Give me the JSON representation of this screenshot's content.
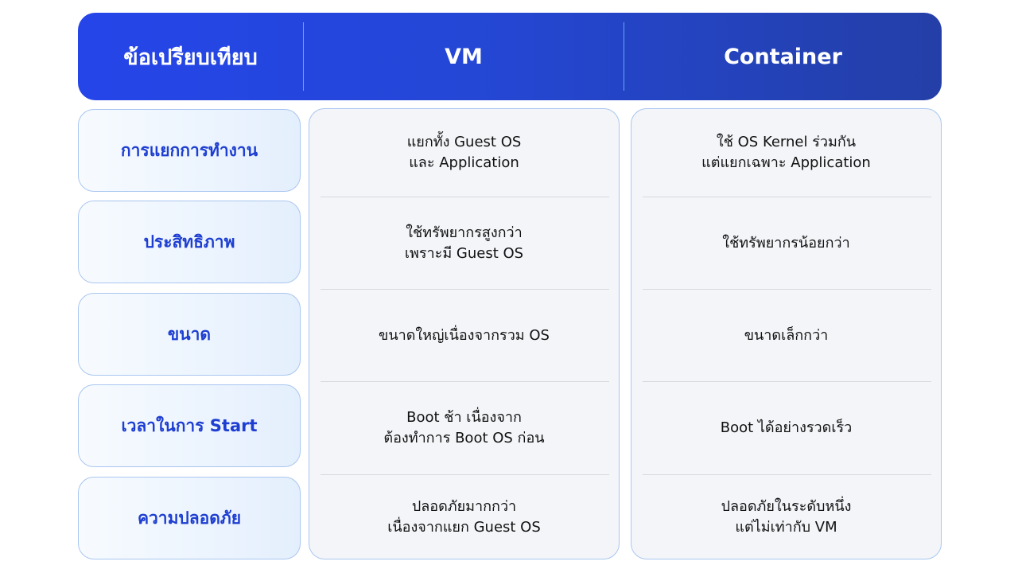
{
  "header": {
    "col1": "ข้อเปรียบเทียบ",
    "col2": "VM",
    "col3": "Container"
  },
  "rows": [
    {
      "label": "การแยกการทำงาน",
      "vm": [
        "แยกทั้ง Guest OS",
        "และ Application"
      ],
      "container": [
        "ใช้ OS Kernel ร่วมกัน",
        "แต่แยกเฉพาะ Application"
      ]
    },
    {
      "label": "ประสิทธิภาพ",
      "vm": [
        "ใช้ทรัพยากรสูงกว่า",
        "เพราะมี Guest OS"
      ],
      "container": [
        "ใช้ทรัพยากรน้อยกว่า"
      ]
    },
    {
      "label": "ขนาด",
      "vm": [
        "ขนาดใหญ่เนื่องจากรวม OS"
      ],
      "container": [
        "ขนาดเล็กกว่า"
      ]
    },
    {
      "label": "เวลาในการ Start",
      "vm": [
        "Boot ช้า เนื่องจาก",
        "ต้องทำการ Boot OS ก่อน"
      ],
      "container": [
        "Boot ได้อย่างรวดเร็ว"
      ]
    },
    {
      "label": "ความปลอดภัย",
      "vm": [
        "ปลอดภัยมากกว่า",
        "เนื่องจากแยก Guest OS"
      ],
      "container": [
        "ปลอดภัยในระดับหนึ่ง",
        "แต่ไม่เท่ากับ VM"
      ]
    }
  ],
  "colors": {
    "header_start": "#2545e9",
    "header_end": "#243fa7",
    "label_text": "#1d3ed1",
    "panel_bg": "#f3f5f8",
    "border": "#a9c6f0"
  }
}
